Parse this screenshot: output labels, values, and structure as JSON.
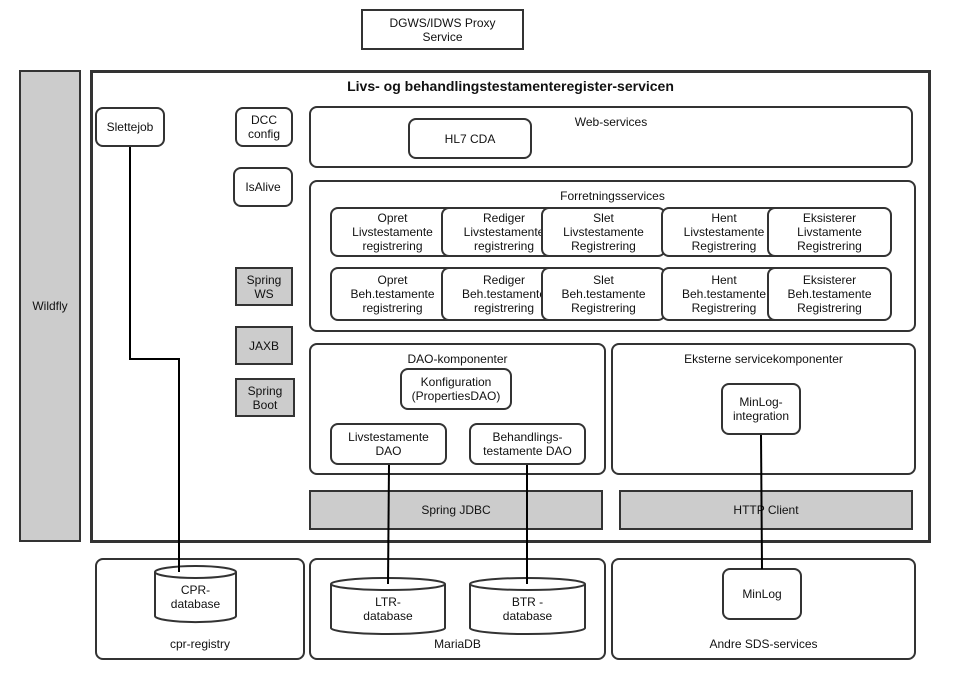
{
  "proxy": "DGWS/IDWS Proxy\nService",
  "wildfly": "Wildfly",
  "main_title": "Livs- og behandlingstestamenteregister-servicen",
  "slettejob": "Slettejob",
  "dcc_config": "DCC\nconfig",
  "isalive": "IsAlive",
  "spring_ws": "Spring\nWS",
  "jaxb": "JAXB",
  "spring_boot": "Spring\nBoot",
  "web_services": {
    "label": "Web-services",
    "hl7": "HL7 CDA"
  },
  "forretning": {
    "label": "Forretningsservices",
    "row1": [
      "Opret\nLivstestamente\nregistrering",
      "Rediger\nLivstestamente\nregistrering",
      "Slet\nLivstestamente\nRegistrering",
      "Hent\nLivstestamente\nRegistrering",
      "Eksisterer\nLivstamente\nRegistrering"
    ],
    "row2": [
      "Opret\nBeh.testamente\nregistrering",
      "Rediger\nBeh.testamente\nregistrering",
      "Slet\nBeh.testamente\nRegistrering",
      "Hent\nBeh.testamente\nRegistrering",
      "Eksisterer\nBeh.testamente\nRegistrering"
    ]
  },
  "dao": {
    "label": "DAO-komponenter",
    "konfig": "Konfiguration\n(PropertiesDAO)",
    "livs": "Livstestamente\nDAO",
    "beh": "Behandlings-\ntestamente DAO"
  },
  "eksterne": {
    "label": "Eksterne servicekomponenter",
    "minlog": "MinLog-\nintegration"
  },
  "spring_jdbc": "Spring JDBC",
  "http_client": "HTTP Client",
  "cpr": {
    "label": "cpr-registry",
    "db": "CPR-\ndatabase"
  },
  "mariadb": {
    "label": "MariaDB",
    "ltr": "LTR-\ndatabase",
    "btr": "BTR -\ndatabase"
  },
  "andre": {
    "label": "Andre SDS-services",
    "minlog": "MinLog"
  }
}
